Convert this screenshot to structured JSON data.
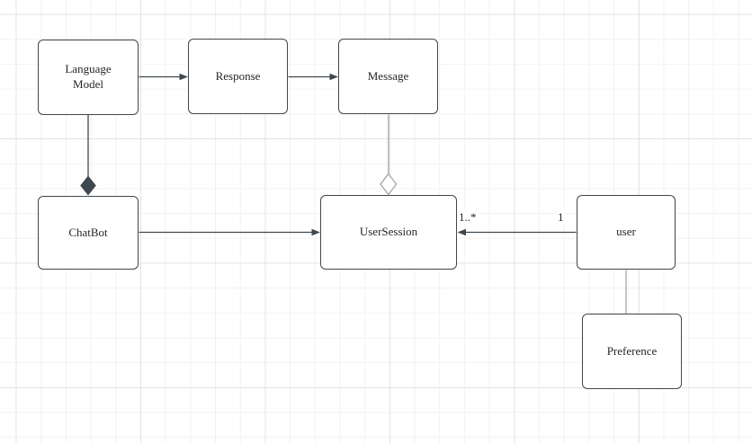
{
  "diagram": {
    "type": "uml-class-diagram",
    "nodes": [
      {
        "id": "language-model",
        "label": "Language Model"
      },
      {
        "id": "response",
        "label": "Response"
      },
      {
        "id": "message",
        "label": "Message"
      },
      {
        "id": "chatbot",
        "label": "ChatBot"
      },
      {
        "id": "user-session",
        "label": "UserSession"
      },
      {
        "id": "user",
        "label": "user"
      },
      {
        "id": "preference",
        "label": "Preference"
      }
    ],
    "edges": [
      {
        "from": "Language Model",
        "to": "Response",
        "type": "directed-arrow"
      },
      {
        "from": "Response",
        "to": "Message",
        "type": "directed-arrow"
      },
      {
        "from": "Language Model",
        "to": "ChatBot",
        "type": "composition",
        "diamond_at": "ChatBot",
        "diamond_fill": "solid"
      },
      {
        "from": "Message",
        "to": "UserSession",
        "type": "aggregation",
        "diamond_at": "UserSession",
        "diamond_fill": "hollow"
      },
      {
        "from": "ChatBot",
        "to": "UserSession",
        "type": "directed-arrow"
      },
      {
        "from": "user",
        "to": "UserSession",
        "type": "directed-arrow",
        "source_multiplicity": "1",
        "target_multiplicity": "1..*"
      },
      {
        "from": "user",
        "to": "Preference",
        "type": "plain-line"
      }
    ],
    "colors": {
      "background": "#ffffff",
      "grid_minor": "#f2f2f2",
      "grid_major": "#e4e4e4",
      "node_fill": "#ffffff",
      "node_border": "#3f474f",
      "edge_dark": "#3f474f",
      "edge_light": "#a6a6a6",
      "text": "#262626"
    }
  }
}
